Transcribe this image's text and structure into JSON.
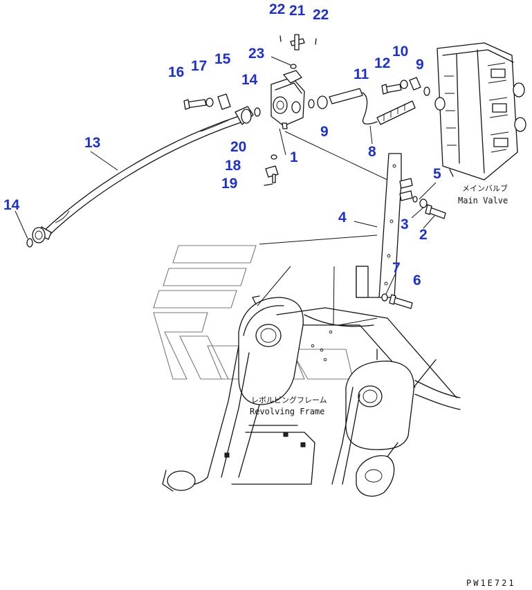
{
  "labels": {
    "revolving_frame_jp": "レボルビングフレーム",
    "revolving_frame_en": "Revolving Frame",
    "main_valve_jp": "メインバルブ",
    "main_valve_en": "Main Valve",
    "drawing_code": "PW1E721"
  },
  "callouts": [
    {
      "id": "c22a",
      "text": "22"
    },
    {
      "id": "c21",
      "text": "21"
    },
    {
      "id": "c22b",
      "text": "22"
    },
    {
      "id": "c23",
      "text": "23"
    },
    {
      "id": "c16",
      "text": "16"
    },
    {
      "id": "c17",
      "text": "17"
    },
    {
      "id": "c15",
      "text": "15"
    },
    {
      "id": "c14a",
      "text": "14"
    },
    {
      "id": "c10",
      "text": "10"
    },
    {
      "id": "c12",
      "text": "12"
    },
    {
      "id": "c9a",
      "text": "9"
    },
    {
      "id": "c11",
      "text": "11"
    },
    {
      "id": "c9b",
      "text": "9"
    },
    {
      "id": "c13",
      "text": "13"
    },
    {
      "id": "c20",
      "text": "20"
    },
    {
      "id": "c1",
      "text": "1"
    },
    {
      "id": "c18",
      "text": "18"
    },
    {
      "id": "c8",
      "text": "8"
    },
    {
      "id": "c19",
      "text": "19"
    },
    {
      "id": "c5",
      "text": "5"
    },
    {
      "id": "c14b",
      "text": "14"
    },
    {
      "id": "c4",
      "text": "4"
    },
    {
      "id": "c3",
      "text": "3"
    },
    {
      "id": "c2",
      "text": "2"
    },
    {
      "id": "c7",
      "text": "7"
    },
    {
      "id": "c6",
      "text": "6"
    }
  ]
}
